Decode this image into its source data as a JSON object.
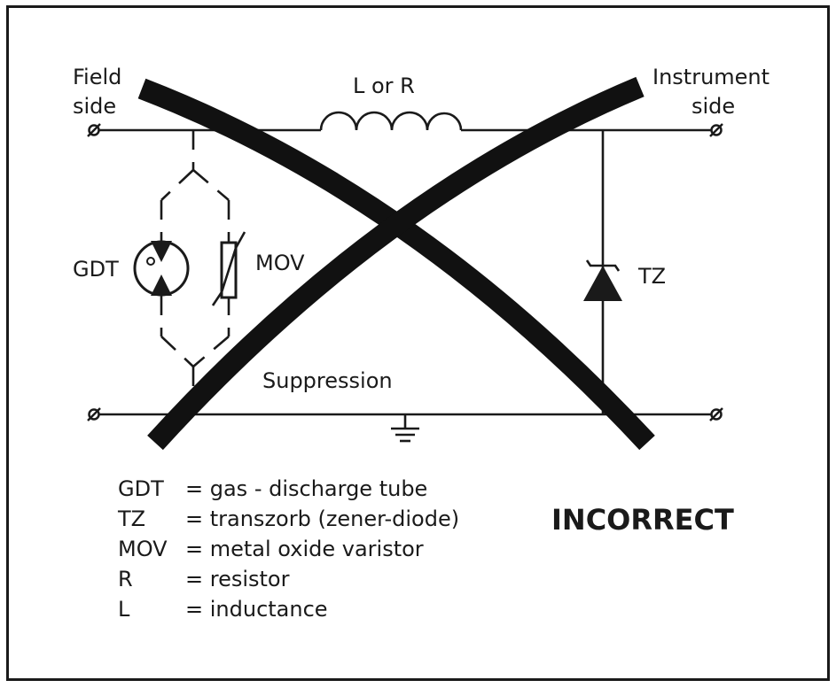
{
  "labels": {
    "field_side_1": "Field",
    "field_side_2": "side",
    "instrument_side_1": "Instrument",
    "instrument_side_2": "side",
    "inductor_resistor": "L or R",
    "gdt": "GDT",
    "mov": "MOV",
    "tz": "TZ",
    "suppression": "Suppression",
    "terminal_symbol": "ø"
  },
  "legend": [
    {
      "abbr": "GDT",
      "desc": "= gas - discharge tube"
    },
    {
      "abbr": "TZ",
      "desc": "= transzorb (zener-diode)"
    },
    {
      "abbr": "MOV",
      "desc": "= metal oxide varistor"
    },
    {
      "abbr": "R",
      "desc": "= resistor"
    },
    {
      "abbr": "L",
      "desc": "= inductance"
    }
  ],
  "verdict": "INCORRECT",
  "colors": {
    "ink": "#1a1a1a",
    "background": "#ffffff"
  }
}
